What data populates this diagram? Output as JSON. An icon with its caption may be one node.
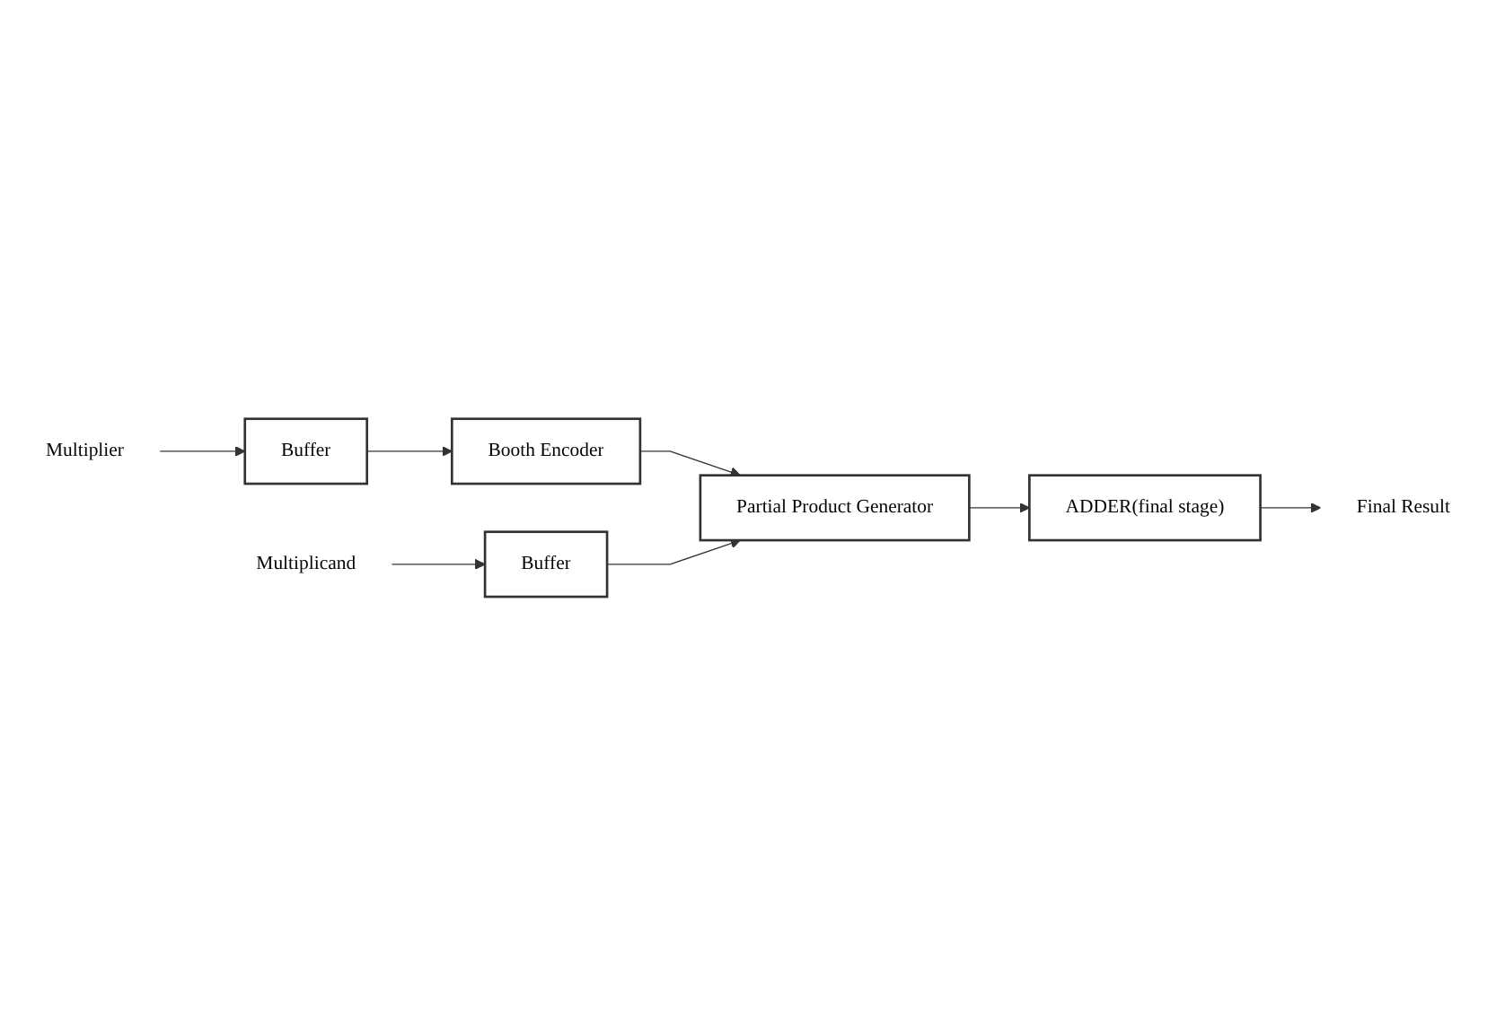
{
  "diagram": {
    "nodes": [
      {
        "text": [
          "Multiplier"
        ]
      },
      {
        "text": [
          "Buffer"
        ]
      },
      {
        "text": [
          "Booth Encoder"
        ]
      },
      {
        "text": [
          "Multiplicand"
        ]
      },
      {
        "text": [
          "Buffer"
        ]
      },
      {
        "text": [
          "Partial Product Generator"
        ]
      },
      {
        "text": [
          "ADDER(final stage)"
        ]
      },
      {
        "text": [
          "Final Result"
        ]
      }
    ],
    "edges": [
      {
        "from": 0,
        "to": 1,
        "arrow": "to"
      },
      {
        "from": 1,
        "to": 2,
        "arrow": "to"
      },
      {
        "from": 2,
        "to": 5,
        "arrow": "to"
      },
      {
        "from": 3,
        "to": 4,
        "arrow": "to"
      },
      {
        "from": 4,
        "to": 5,
        "arrow": "to"
      },
      {
        "from": 5,
        "to": 6,
        "arrow": "to"
      },
      {
        "from": 6,
        "to": 7,
        "arrow": "to"
      }
    ]
  }
}
